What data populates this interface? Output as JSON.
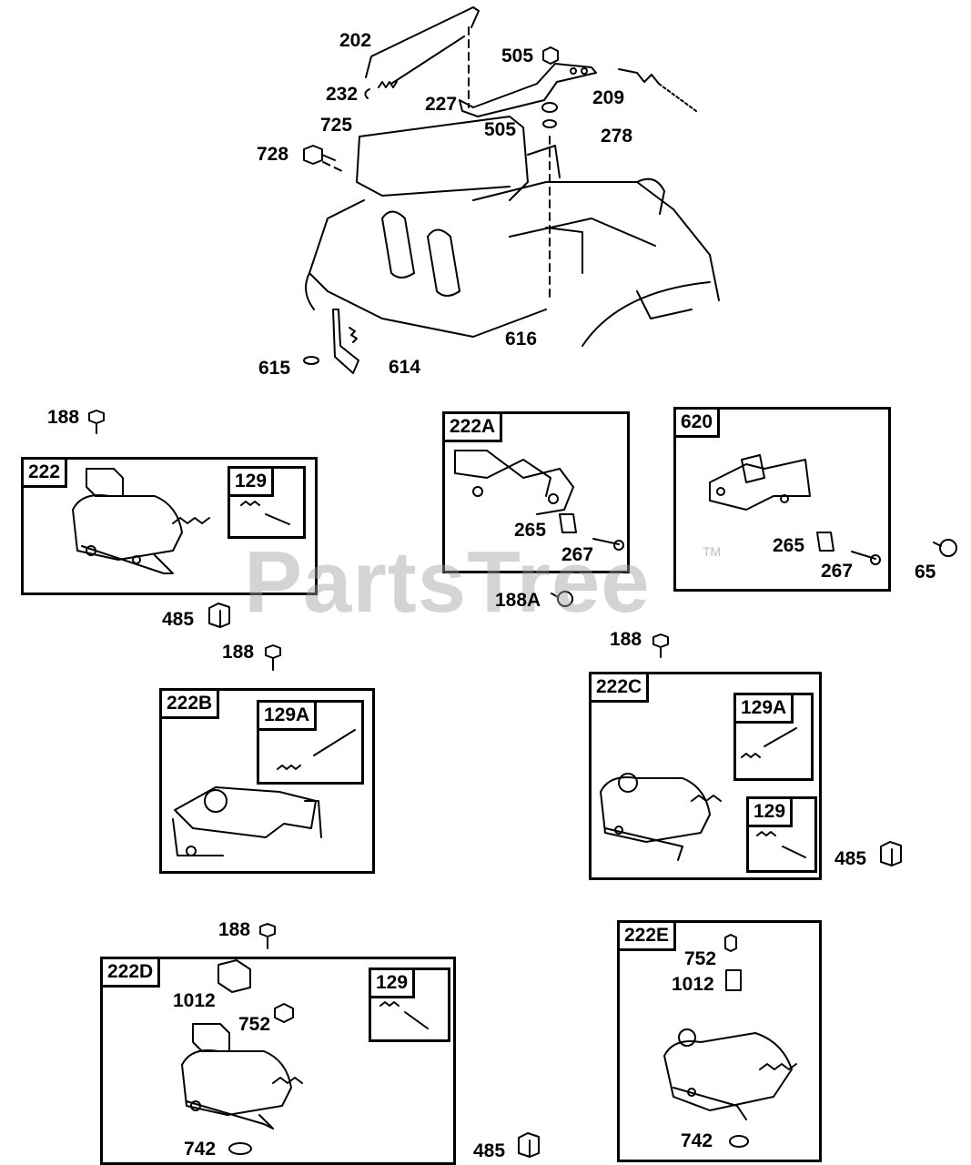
{
  "watermark": {
    "text": "PartsTree",
    "trademark": "TM"
  },
  "callouts": {
    "p202": "202",
    "p232": "232",
    "p725": "725",
    "p728": "728",
    "p505a": "505",
    "p227": "227",
    "p505b": "505",
    "p209": "209",
    "p278": "278",
    "p616": "616",
    "p615": "615",
    "p614": "614",
    "p188a": "188",
    "p485a": "485",
    "p188b": "188",
    "p265a": "265",
    "p267a": "267",
    "p188A": "188A",
    "p265b": "265",
    "p267b": "267",
    "p65": "65",
    "p188c": "188",
    "p485b": "485",
    "p188d": "188",
    "p1012a": "1012",
    "p752a": "752",
    "p742a": "742",
    "p485c": "485",
    "p752b": "752",
    "p1012b": "1012",
    "p742b": "742"
  },
  "boxes": {
    "b222": {
      "label": "222",
      "sub": "129"
    },
    "b222A": {
      "label": "222A"
    },
    "b620": {
      "label": "620"
    },
    "b222B": {
      "label": "222B",
      "sub": "129A"
    },
    "b222C": {
      "label": "222C",
      "sub1": "129A",
      "sub2": "129"
    },
    "b222D": {
      "label": "222D",
      "sub": "129"
    },
    "b222E": {
      "label": "222E"
    }
  }
}
